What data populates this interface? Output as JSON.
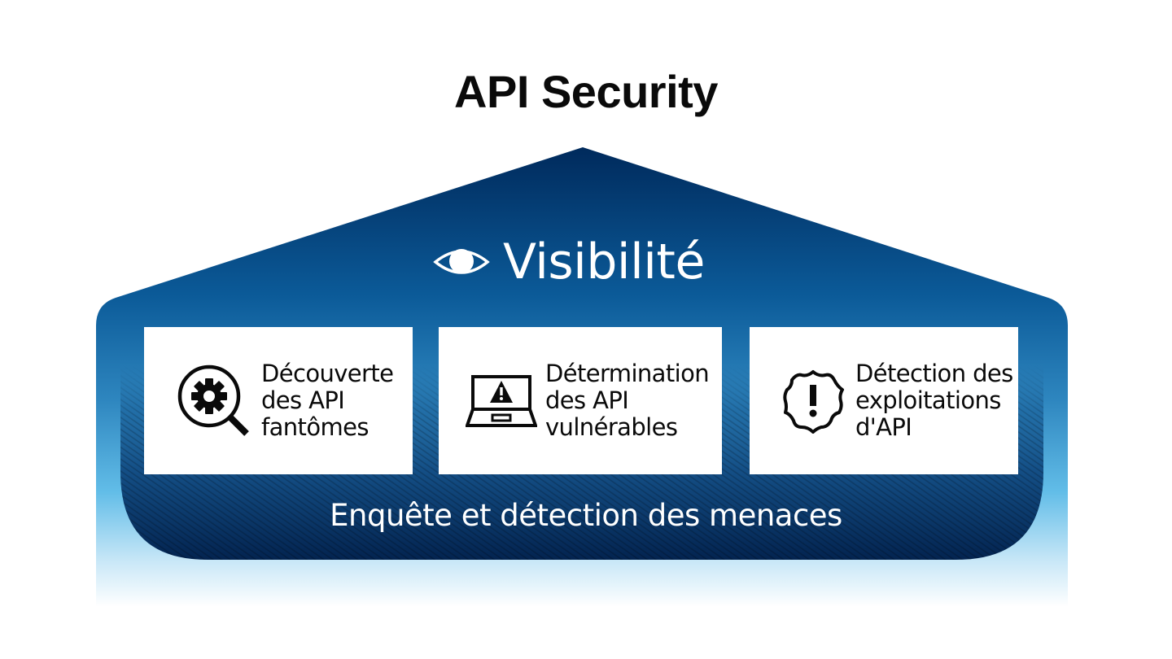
{
  "title": "API Security",
  "visibility": {
    "label": "Visibilité",
    "icon": "eye-icon"
  },
  "cards": [
    {
      "icon": "magnifier-gear-icon",
      "label": "Découverte\ndes API\nfantômes"
    },
    {
      "icon": "laptop-warning-icon",
      "label": "Détermination\ndes API\nvulnérables"
    },
    {
      "icon": "badge-alert-icon",
      "label": "Détection des\nexploitations\nd'API"
    }
  ],
  "foundation": {
    "label": "Enquête et détection des menaces"
  },
  "colors": {
    "roof_top": "#002a5c",
    "house_mid": "#2a78b0",
    "house_light": "#6cc1ea",
    "panel_dark": "#03275a",
    "card_bg": "#ffffff",
    "text_dark": "#0a0a0a",
    "text_light": "#ffffff"
  }
}
